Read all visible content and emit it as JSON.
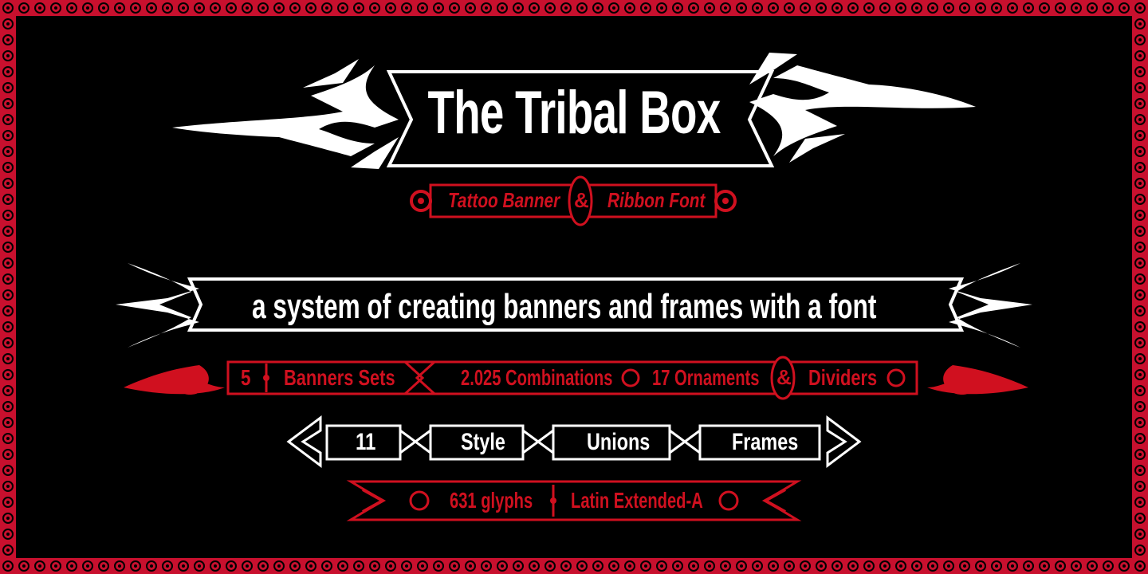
{
  "title": "The Tribal Box",
  "subtitle": {
    "left": "Tattoo Banner",
    "amp": "&",
    "right": "Ribbon Font"
  },
  "tagline": "a system of creating banners and frames with a font",
  "features": {
    "count": "5",
    "sets": "Banners Sets",
    "combinations": "2.025 Combinations",
    "ornaments": "17 Ornaments",
    "amp": "&",
    "dividers": "Dividers"
  },
  "styles": {
    "count": "11",
    "style": "Style",
    "unions": "Unions",
    "frames": "Frames"
  },
  "glyphs": {
    "count": "631 glyphs",
    "charset": "Latin Extended-A"
  },
  "colors": {
    "background": "#000000",
    "accent": "#d0101f",
    "text": "#ffffff"
  }
}
